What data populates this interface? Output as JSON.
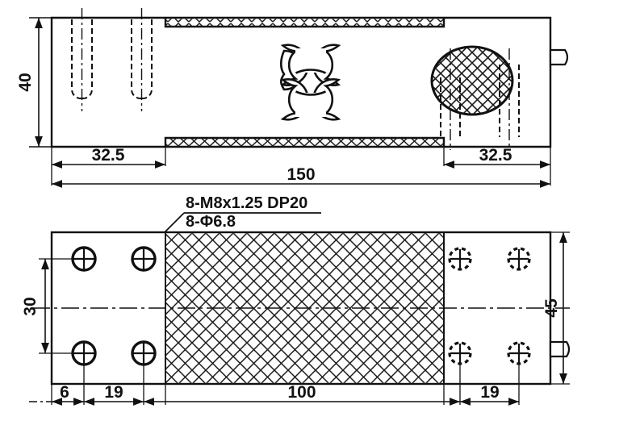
{
  "drawing": {
    "title": "Shear beam load cell dimensional drawing",
    "units": "mm",
    "line_color": "#111111",
    "background_color": "#ffffff"
  },
  "views": {
    "side_view": {
      "name": "side-elevation-view",
      "dimensions": {
        "height_label": "40",
        "left_offset_label": "32.5",
        "total_length_label": "150",
        "right_offset_label": "32.5"
      },
      "features": {
        "butterfly_cutout": "butterfly-cutout",
        "seal_oval": "strain-gauge-seal-oval",
        "cable_stub": "cable-stub",
        "hidden_holes": "hidden-bore-lines"
      }
    },
    "plan_view": {
      "name": "top-plan-view",
      "dimensions": {
        "edge_margin_label": "6",
        "left_pitch_label": "19",
        "center_span_label": "100",
        "right_pitch_label": "19",
        "bolt_spacing_label": "30",
        "width_label": "45"
      },
      "features": {
        "hatched_body": "cross-hatched-body-region",
        "centerline": "horizontal-centerline",
        "visible_holes": "visible-threaded-holes",
        "hidden_holes": "hidden-threaded-holes"
      }
    }
  },
  "annotations": {
    "thread_callout": "8-M8x1.25 DP20",
    "hole_callout": "8-Φ6.8"
  }
}
